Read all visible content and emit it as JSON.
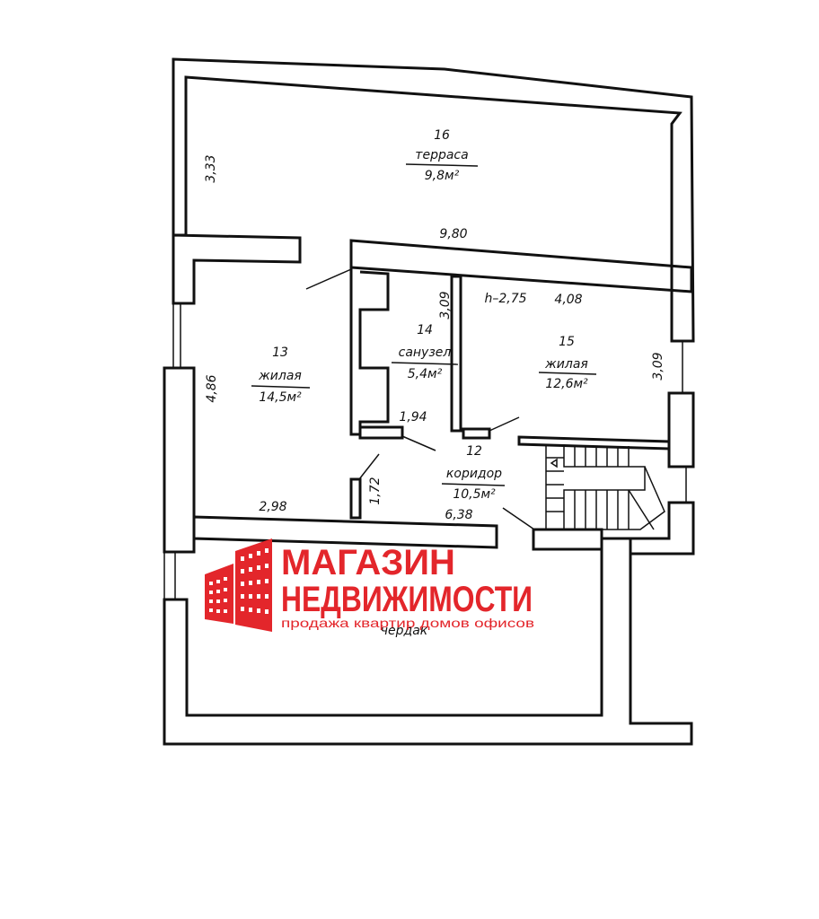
{
  "rooms": [
    {
      "number": "16",
      "name": "терраса",
      "area": "9,8м²"
    },
    {
      "number": "13",
      "name": "жилая",
      "area": "14,5м²"
    },
    {
      "number": "14",
      "name": "санузел",
      "area": "5,4м²"
    },
    {
      "number": "15",
      "name": "жилая",
      "area": "12,6м²"
    },
    {
      "number": "12",
      "name": "коридор",
      "area": "10,5м²"
    },
    {
      "number": "",
      "name": "чердак",
      "area": ""
    }
  ],
  "dimensions": {
    "terrace_height": "3,33",
    "terrace_width": "9,80",
    "bath_height": "3,09",
    "ceiling": "h–2,75",
    "room15_width": "4,08",
    "room15_height": "3,09",
    "room13_height": "4,86",
    "bath_width": "1,94",
    "corridor_door": "1,72",
    "room13_width": "2,98",
    "corridor_width": "6,38"
  },
  "logo": {
    "line1": "МАГАЗИН",
    "line2": "НЕДВИЖИМОСТИ",
    "tagline": "продажа квартир домов офисов",
    "color": "#e3262b"
  }
}
